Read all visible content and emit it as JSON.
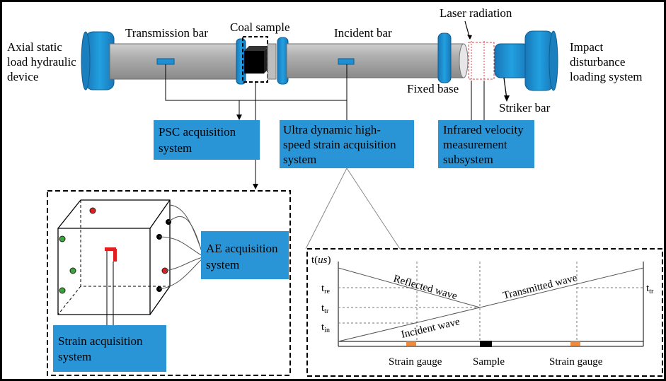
{
  "labels": {
    "axial_static": [
      "Axial static",
      "load hydraulic",
      "device"
    ],
    "transmission_bar": "Transmission bar",
    "coal_sample": "Coal sample",
    "incident_bar": "Incident bar",
    "laser_radiation": "Laser radiation",
    "impact": [
      "Impact",
      "disturbance",
      "loading system"
    ],
    "fixed_base": "Fixed base",
    "striker_bar": "Striker bar"
  },
  "boxes": {
    "psc": [
      "PSC acquisition",
      "system"
    ],
    "ultra": [
      "Ultra dynamic high-",
      "speed strain acquisition",
      "system"
    ],
    "infrared": [
      "Infrared velocity",
      "measurement",
      "subsystem"
    ],
    "ae": [
      "AE acquisition",
      "system"
    ],
    "strain": [
      "Strain acquisition",
      "system"
    ]
  },
  "wave_chart": {
    "axis_label_t": "t(",
    "axis_label_us": "us",
    "axis_label_close": ")",
    "t_re": "t",
    "t_re_sub": "re",
    "t_tr": "t",
    "t_tr_sub": "tr",
    "t_in": "t",
    "t_in_sub": "in",
    "t_tr_right": "t",
    "t_tr_right_sub": "tr",
    "reflected": "Reflected wave",
    "transmitted": "Transmitted wave",
    "incident": "Incident wave",
    "gauge_left": "Strain gauge",
    "sample": "Sample",
    "gauge_right": "Strain gauge"
  },
  "colors": {
    "bar_gray": "#a6a6a6",
    "flange_blue": "#1f8fd1",
    "box_blue": "#2a95d6",
    "gauge_orange": "#f08a3c",
    "dot_red": "#e02020",
    "dot_green": "#3aa63a"
  }
}
